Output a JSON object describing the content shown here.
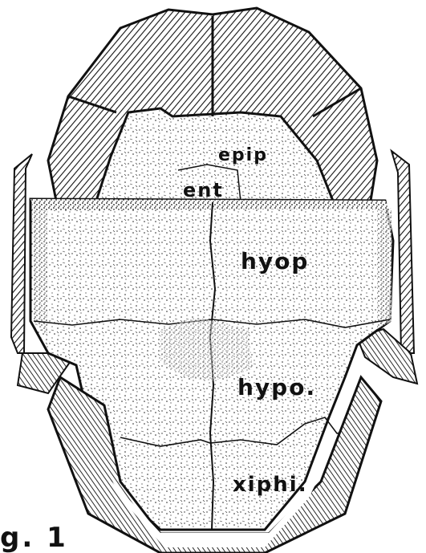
{
  "figure": {
    "caption": "g. 1",
    "labels": {
      "epiplastron": "epip",
      "entoplastron": "ent",
      "hyoplastron": "hyop",
      "hypoplastron": "hypo.",
      "xiphiplastron": "xiphi."
    }
  },
  "colors": {
    "ink": "#111111",
    "paper": "#ffffff"
  }
}
